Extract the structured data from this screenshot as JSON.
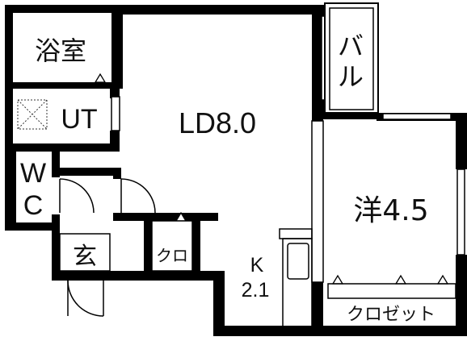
{
  "rooms": {
    "bath": "浴室",
    "utility": "UT",
    "wc_top": "W",
    "wc_bottom": "C",
    "entrance": "玄",
    "closet_small": "クロ",
    "ldk_main": "LD8.0",
    "kitchen_top": "K",
    "kitchen_bottom": "2.1",
    "western": "洋4.5",
    "closet_large": "クロゼット",
    "balcony_top": "バ",
    "balcony_bottom": "ル"
  }
}
